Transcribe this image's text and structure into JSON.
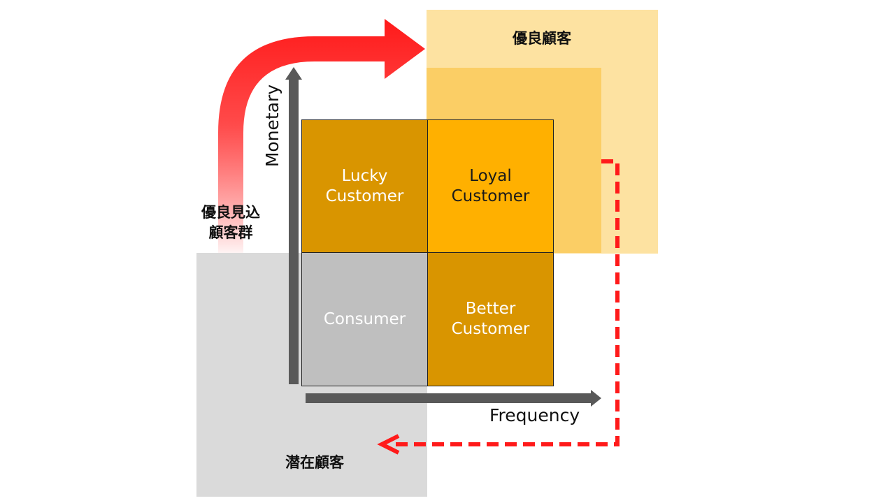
{
  "zones": {
    "top_label": "優良顧客",
    "left_label": "優良見込\n顧客群",
    "bottom_label": "潜在顧客"
  },
  "quadrants": {
    "top_left": "Lucky\nCustomer",
    "top_right": "Loyal\nCustomer",
    "bottom_left": "Consumer",
    "bottom_right": "Better\nCustomer"
  },
  "axes": {
    "y_label": "Monetary",
    "x_label": "Frequency"
  },
  "colors": {
    "zone_light": "#FDE2A1",
    "zone_mid": "#FBCE65",
    "zone_gray": "#DADADA",
    "quad_dark_orange": "#D99500",
    "quad_bright_orange": "#FFB000",
    "quad_gray": "#BFBFBF",
    "axis": "#595959",
    "arrow_red": "#FF1A1A"
  }
}
